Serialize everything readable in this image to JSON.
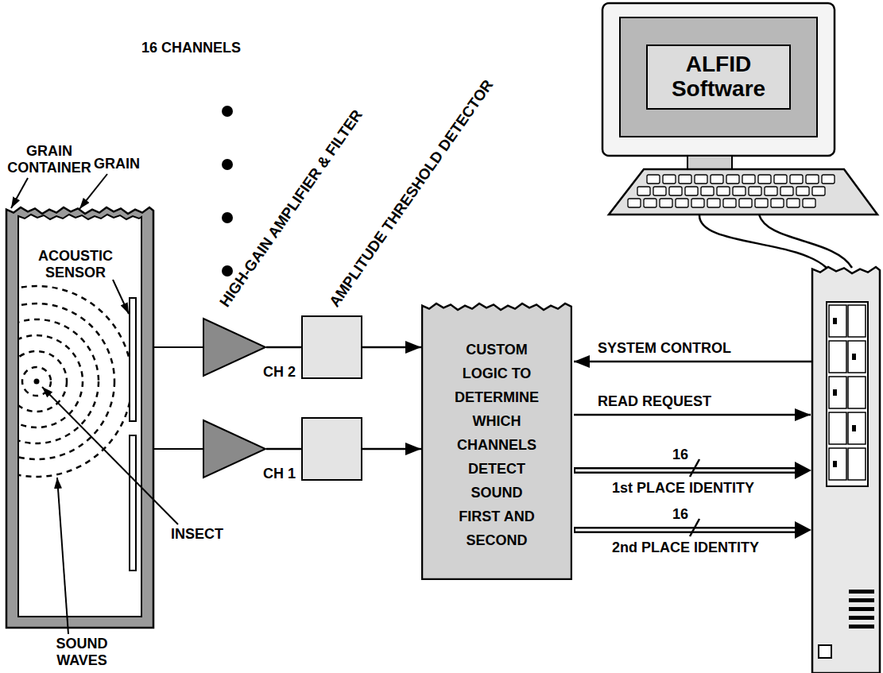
{
  "diagram": {
    "nodes": [
      {
        "text": [
          "CH 2"
        ]
      },
      {
        "text": [
          "CH 1"
        ]
      },
      {
        "text": [
          "CUSTOM LOGIC TO DETERMINE WHICH CHANNELS DETECT SOUND FIRST AND SECOND"
        ]
      },
      {
        "text": [
          "ALFID Software"
        ]
      }
    ],
    "edges": [
      {
        "from": 0,
        "to": 2,
        "arrow": "to"
      },
      {
        "from": 1,
        "to": 2,
        "arrow": "to"
      }
    ],
    "labels": [
      "16 CHANNELS",
      "HIGH-GAIN AMPLIFIER & FILTER",
      "AMPLITUDE THRESHOLD DETECTOR",
      "GRAIN CONTAINER",
      "GRAIN",
      "ACOUSTIC SENSOR",
      "INSECT",
      "SOUND WAVES",
      "SYSTEM CONTROL",
      "READ REQUEST",
      "16",
      "1st PLACE IDENTITY",
      "16",
      "2nd PLACE IDENTITY"
    ]
  }
}
